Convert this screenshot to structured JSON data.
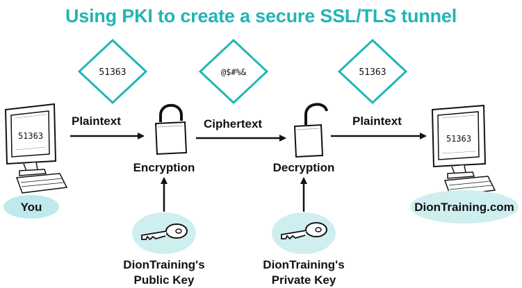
{
  "title": "Using PKI to create a secure SSL/TLS tunnel",
  "colors": {
    "accent": "#20b5b5",
    "accent_light": "#bfe9ec",
    "key_fill": "#cfeef0",
    "ink": "#111111"
  },
  "left_computer": {
    "screen_text": "51363",
    "label": "You"
  },
  "right_computer": {
    "screen_text": "51363",
    "label": "DionTraining.com"
  },
  "diamonds": {
    "first": "51363",
    "middle": "@$#%&",
    "last": "51363"
  },
  "flow": {
    "plaintext_1": "Plaintext",
    "ciphertext": "Ciphertext",
    "plaintext_2": "Plaintext"
  },
  "steps": {
    "encryption": "Encryption",
    "decryption": "Decryption"
  },
  "keys": {
    "public": {
      "line1": "DionTraining's",
      "line2": "Public Key",
      "icon": "key-icon"
    },
    "private": {
      "line1": "DionTraining's",
      "line2": "Private Key",
      "icon": "key-icon"
    }
  },
  "icons": {
    "computer": "computer-icon",
    "closed_lock": "padlock-closed-icon",
    "open_lock": "padlock-open-icon"
  }
}
